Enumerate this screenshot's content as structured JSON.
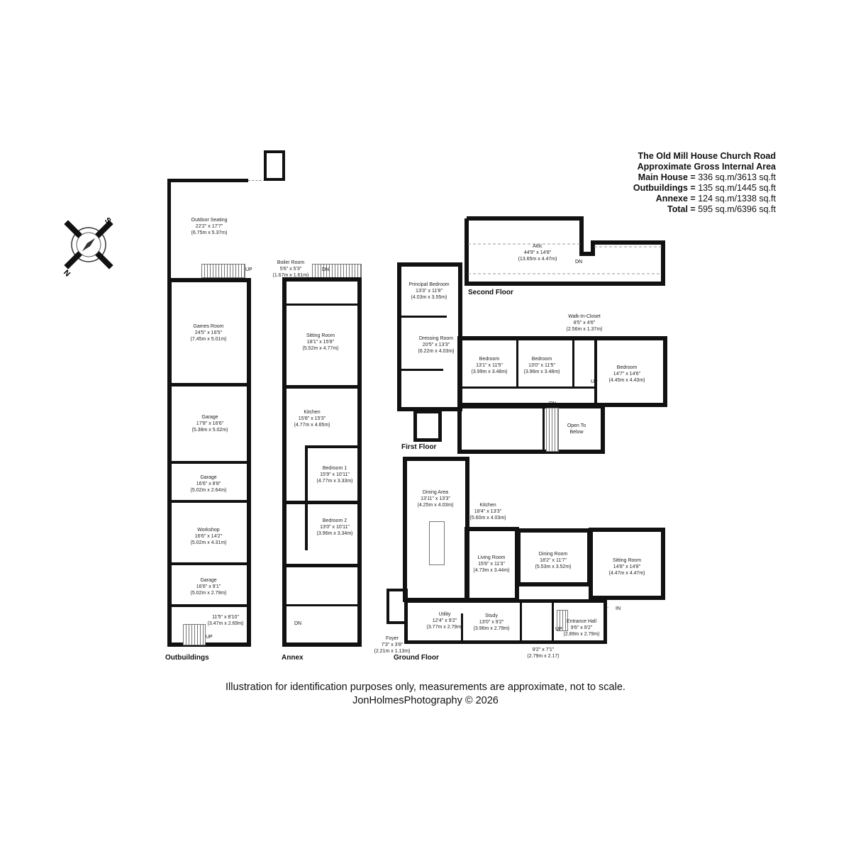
{
  "header": {
    "title": "The Old Mill House Church Road",
    "subtitle": "Approximate Gross Internal Area",
    "areas": [
      {
        "label": "Main House =",
        "value": "336 sq.m/3613  sq.ft"
      },
      {
        "label": "Outbuildings =",
        "value": "135 sq.m/1445 sq.ft"
      },
      {
        "label": "Annexe =",
        "value": "124 sq.m/1338 sq.ft"
      },
      {
        "label": "Total =",
        "value": "595 sq.m/6396 sq.ft"
      }
    ]
  },
  "compass": {
    "north": "N",
    "south": "S"
  },
  "floors": {
    "outbuildings": "Outbuildings",
    "annex": "Annex",
    "ground": "Ground Floor",
    "first": "First Floor",
    "second": "Second Floor"
  },
  "markers": {
    "up": "UP",
    "dn": "DN",
    "in": "IN"
  },
  "rooms": {
    "outdoor": {
      "name": "Outdoor Seating",
      "imp": "22'2\" x 17'7\"",
      "met": "(6.75m x 5.37m)"
    },
    "games": {
      "name": "Games Room",
      "imp": "24'5\" x 16'5\"",
      "met": "(7.45m x 5.01m)"
    },
    "garage1": {
      "name": "Garage",
      "imp": "17'8\" x 16'6\"",
      "met": "(5.38m x 5.02m)"
    },
    "garage2": {
      "name": "Garage",
      "imp": "16'6\" x 8'8\"",
      "met": "(5.02m x 2.64m)"
    },
    "workshop": {
      "name": "Workshop",
      "imp": "16'6\" x 14'2\"",
      "met": "(5.02m x 4.31m)"
    },
    "garage3": {
      "name": "Garage",
      "imp": "16'6\" x 9'1\"",
      "met": "(5.02m x 2.79m)"
    },
    "outstore": {
      "name": "",
      "imp": "11'5\" x 8'10\"",
      "met": "(3.47m x 2.69m)"
    },
    "boiler": {
      "name": "Boiler Room",
      "imp": "5'6\" x 5'3\"",
      "met": "(1.67m x 1.61m)"
    },
    "asitting": {
      "name": "Sitting Room",
      "imp": "18'1\" x 15'8\"",
      "met": "(5.52m x 4.77m)"
    },
    "akitchen": {
      "name": "Kitchen",
      "imp": "15'8\" x 15'3\"",
      "met": "(4.77m x 4.65m)"
    },
    "abed1": {
      "name": "Bedroom 1",
      "imp": "15'9\" x 10'11\"",
      "met": "(4.77m x 3.33m)"
    },
    "abed2": {
      "name": "Bedroom 2",
      "imp": "13'0\" x 10'11\"",
      "met": "(3.96m x 3.34m)"
    },
    "attic": {
      "name": "Attic",
      "imp": "44'9\" x 14'8\"",
      "met": "(13.65m x 4.47m)"
    },
    "principal": {
      "name": "Principal Bedroom",
      "imp": "13'3\" x 11'8\"",
      "met": "(4.03m x 3.55m)"
    },
    "dressing": {
      "name": "Dressing Room",
      "imp": "20'5\" x 13'3\"",
      "met": "(6.22m x 4.03m)"
    },
    "bedA": {
      "name": "Bedroom",
      "imp": "13'1\" x 11'5\"",
      "met": "(3.99m x 3.48m)"
    },
    "bedB": {
      "name": "Bedroom",
      "imp": "13'0\" x 11'5\"",
      "met": "(3.96m x 3.48m)"
    },
    "closet": {
      "name": "Walk-In-Closet",
      "imp": "8'5\" x 4'6\"",
      "met": "(2.56m x 1.37m)"
    },
    "bedC": {
      "name": "Bedroom",
      "imp": "14'7\" x 14'6\"",
      "met": "(4.45m x 4.43m)"
    },
    "openbelow": {
      "name": "Open To Below",
      "imp": "",
      "met": ""
    },
    "dining_area": {
      "name": "Dining Area",
      "imp": "13'11\" x 13'3\"",
      "met": "(4.25m x 4.03m)"
    },
    "kitchen": {
      "name": "Kitchen",
      "imp": "18'4\" x 13'3\"",
      "met": "(5.60m x 4.03m)"
    },
    "living": {
      "name": "Living Room",
      "imp": "15'6\" x 11'3\"",
      "met": "(4.73m x 3.44m)"
    },
    "dining": {
      "name": "Dining Room",
      "imp": "18'2\" x 11'7\"",
      "met": "(5.53m x 3.52m)"
    },
    "sitting": {
      "name": "Sitting Room",
      "imp": "14'8\" x 14'8\"",
      "met": "(4.47m x 4.47m)"
    },
    "utility": {
      "name": "Utility",
      "imp": "12'4\" x 9'2\"",
      "met": "(3.77m x 2.79m)"
    },
    "study": {
      "name": "Study",
      "imp": "13'0\" x 9'2\"",
      "met": "(3.96m x 2.79m)"
    },
    "foyer": {
      "name": "Foyer",
      "imp": "7'3\" x 3'8\"",
      "met": "(2.21m x 1.13m)"
    },
    "store": {
      "name": "",
      "imp": "9'2\" x 7'1\"",
      "met": "(2.79m x 2.17)"
    },
    "entrance": {
      "name": "Entrance Hall",
      "imp": "9'6\" x 9'2\"",
      "met": "(2.89m x 2.79m)"
    }
  },
  "footer": {
    "disclaimer": "Illustration for identification purposes only, measurements are approximate, not to scale.",
    "credit": "JonHolmesPhotography © 2026"
  }
}
